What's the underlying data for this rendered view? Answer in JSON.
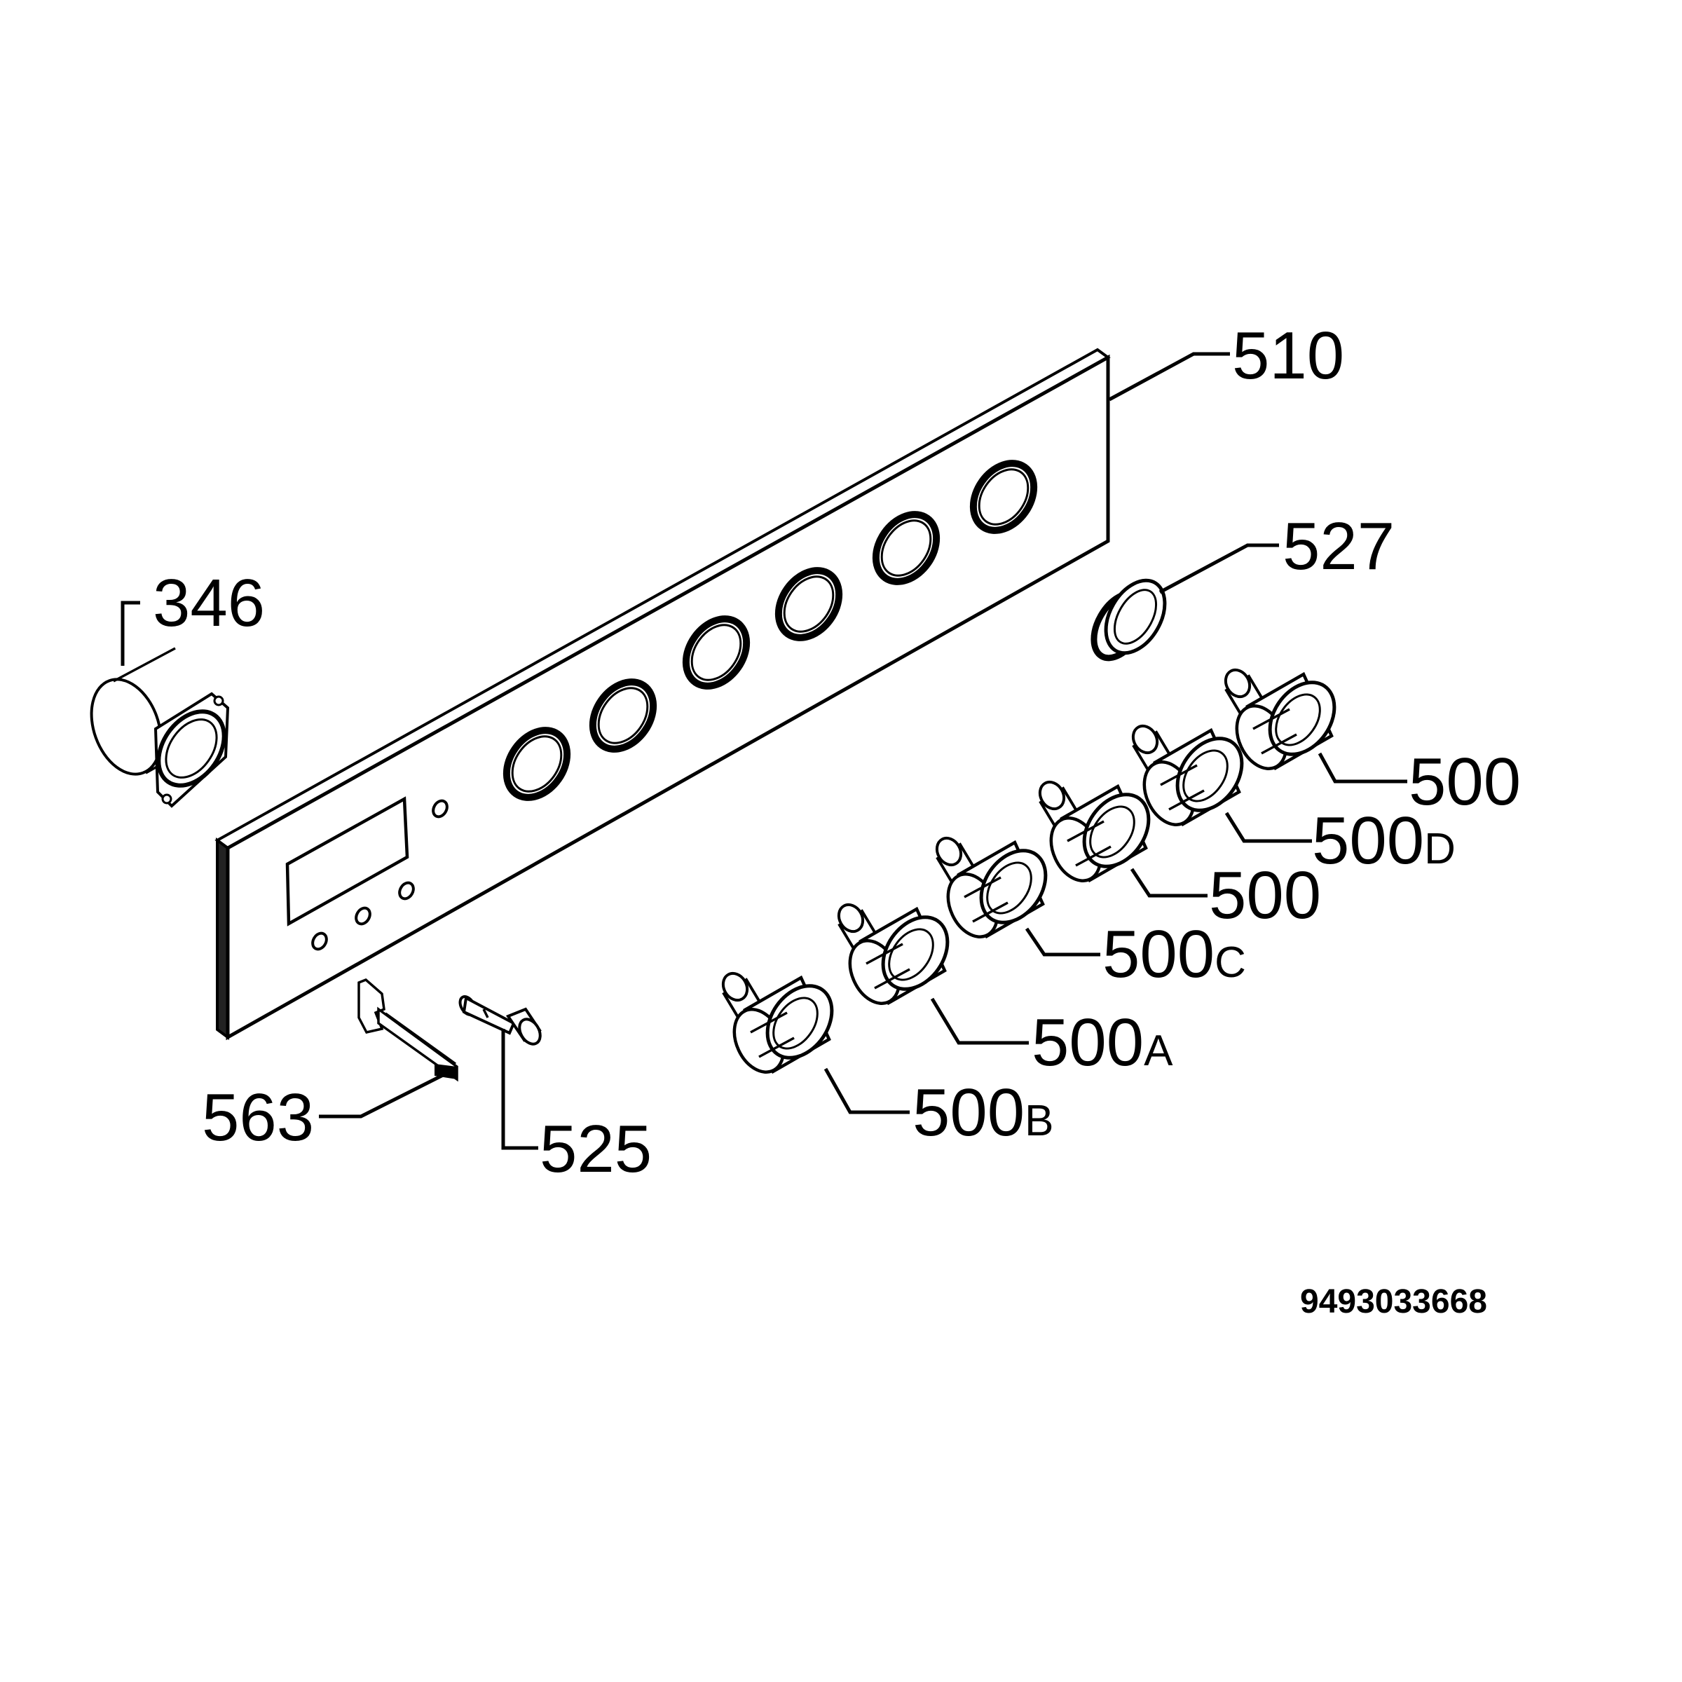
{
  "diagram": {
    "labels": {
      "p510": "510",
      "p527": "527",
      "p346": "346",
      "p500_top": "500",
      "p500d": "500",
      "p500d_suffix": "D",
      "p500_mid": "500",
      "p500c": "500",
      "p500c_suffix": "C",
      "p500a": "500",
      "p500a_suffix": "A",
      "p500b": "500",
      "p500b_suffix": "B",
      "p563": "563",
      "p525": "525"
    },
    "drawing_code": "9493033668"
  }
}
